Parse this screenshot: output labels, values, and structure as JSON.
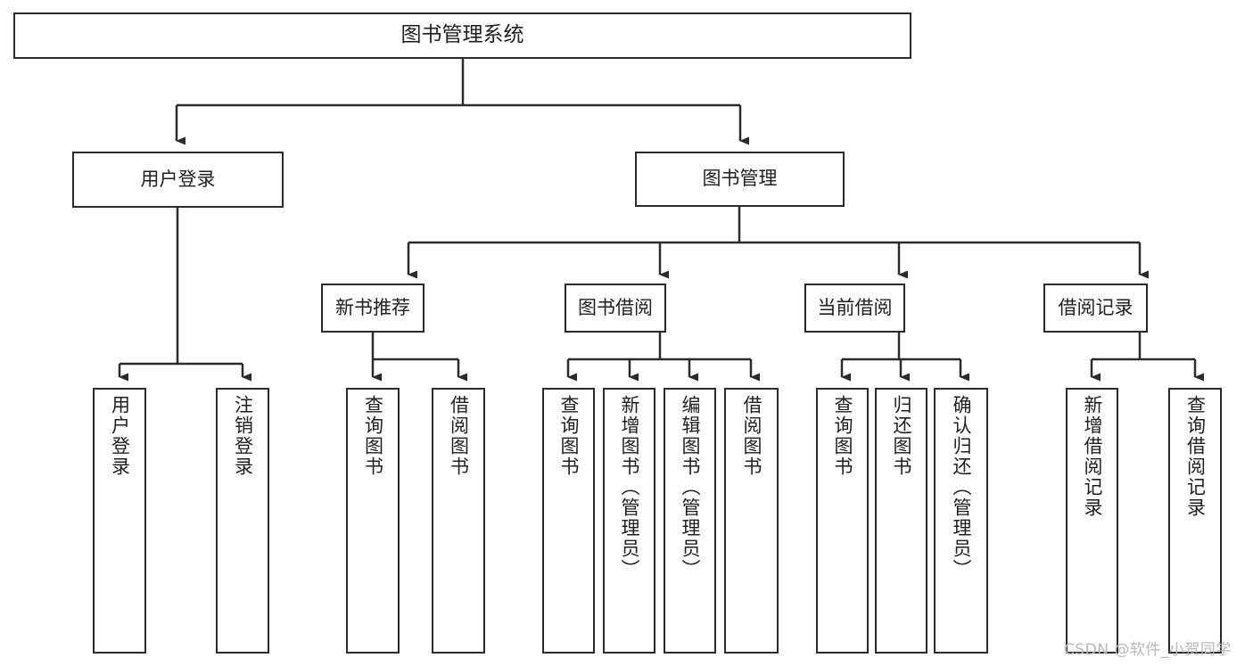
{
  "diagram": {
    "type": "tree-hierarchy",
    "title": "图书管理系统",
    "root": {
      "id": "root",
      "label": "图书管理系统"
    },
    "level1": [
      {
        "id": "user-login",
        "label": "用户登录"
      },
      {
        "id": "book-manage",
        "label": "图书管理"
      }
    ],
    "level2": [
      {
        "id": "new-book-recommend",
        "label": "新书推荐",
        "parent": "book-manage"
      },
      {
        "id": "book-borrow",
        "label": "图书借阅",
        "parent": "book-manage"
      },
      {
        "id": "current-borrow",
        "label": "当前借阅",
        "parent": "book-manage"
      },
      {
        "id": "borrow-record",
        "label": "借阅记录",
        "parent": "book-manage"
      }
    ],
    "leaves": [
      {
        "id": "leaf-user-login",
        "label": "用户登录",
        "parent": "user-login"
      },
      {
        "id": "leaf-logout",
        "label": "注销登录",
        "parent": "user-login"
      },
      {
        "id": "leaf-query-book-1",
        "label": "查询图书",
        "parent": "new-book-recommend"
      },
      {
        "id": "leaf-borrow-book-1",
        "label": "借阅图书",
        "parent": "new-book-recommend"
      },
      {
        "id": "leaf-query-book-2",
        "label": "查询图书",
        "parent": "book-borrow"
      },
      {
        "id": "leaf-add-book",
        "label": "新增图书（管理员）",
        "parent": "book-borrow"
      },
      {
        "id": "leaf-edit-book",
        "label": "编辑图书（管理员）",
        "parent": "book-borrow"
      },
      {
        "id": "leaf-borrow-book-2",
        "label": "借阅图书",
        "parent": "book-borrow"
      },
      {
        "id": "leaf-query-book-3",
        "label": "查询图书",
        "parent": "current-borrow"
      },
      {
        "id": "leaf-return-book",
        "label": "归还图书",
        "parent": "current-borrow"
      },
      {
        "id": "leaf-confirm-return",
        "label": "确认归还（管理员）",
        "parent": "current-borrow"
      },
      {
        "id": "leaf-add-record",
        "label": "新增借阅记录",
        "parent": "borrow-record"
      },
      {
        "id": "leaf-query-record",
        "label": "查询借阅记录",
        "parent": "borrow-record"
      }
    ],
    "colors": {
      "stroke": "#2b2b2b",
      "fill": "#ffffff",
      "text": "#1f1f1f",
      "watermark": "#b8b8b8"
    }
  },
  "watermark": {
    "text": "CSDN @软件_小贺同学"
  }
}
